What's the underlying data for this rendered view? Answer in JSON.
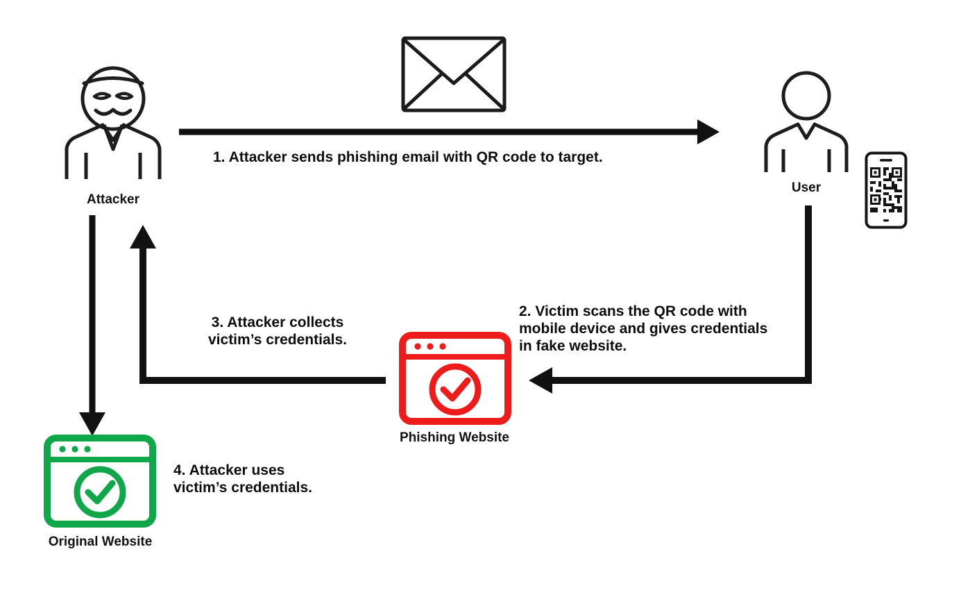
{
  "diagram": {
    "title": "QR code phishing (quishing) attack flow",
    "type": "flow-diagram",
    "background_color": "#ffffff",
    "colors": {
      "line": "#111111",
      "text": "#0d0d0d",
      "phishing_red": "#ee1b1b",
      "original_green": "#10a64a"
    }
  },
  "nodes": {
    "attacker": {
      "label": "Attacker",
      "icon": "attacker-masked-person-icon",
      "color": "#111111"
    },
    "user": {
      "label": "User",
      "icon": "user-person-icon",
      "color": "#111111"
    },
    "phone": {
      "label": "",
      "icon": "smartphone-qr-code-icon",
      "color": "#111111"
    },
    "email": {
      "label": "",
      "icon": "envelope-icon",
      "color": "#111111"
    },
    "phishing_website": {
      "label": "Phishing Website",
      "icon": "browser-window-check-icon",
      "color": "#ee1b1b"
    },
    "original_website": {
      "label": "Original Website",
      "icon": "browser-window-check-icon",
      "color": "#10a64a"
    }
  },
  "steps": [
    {
      "id": "step-1",
      "number": "1.",
      "text": "1. Attacker sends phishing email with QR code to target.",
      "from": "attacker",
      "to": "user"
    },
    {
      "id": "step-2",
      "number": "2.",
      "text": "2. Victim scans the QR code with\nmobile device and gives credentials\nin fake website.",
      "lines": [
        "2. Victim scans the QR code with",
        "mobile device and gives credentials",
        "in fake website."
      ],
      "from": "user",
      "to": "phishing_website"
    },
    {
      "id": "step-3",
      "number": "3.",
      "text": "3. Attacker collects\nvictim’s credentials.",
      "lines": [
        "3. Attacker collects",
        "victim’s credentials."
      ],
      "from": "phishing_website",
      "to": "attacker"
    },
    {
      "id": "step-4",
      "number": "4.",
      "text": "4. Attacker uses\nvictim’s credentials.",
      "lines": [
        "4. Attacker uses",
        "victim’s credentials."
      ],
      "from": "attacker",
      "to": "original_website"
    }
  ],
  "arrows": [
    {
      "name": "arrow-attacker-to-user",
      "direction": "right"
    },
    {
      "name": "arrow-user-to-phishing",
      "direction": "left"
    },
    {
      "name": "arrow-phishing-to-attacker",
      "direction": "up"
    },
    {
      "name": "arrow-attacker-to-original",
      "direction": "down"
    }
  ]
}
